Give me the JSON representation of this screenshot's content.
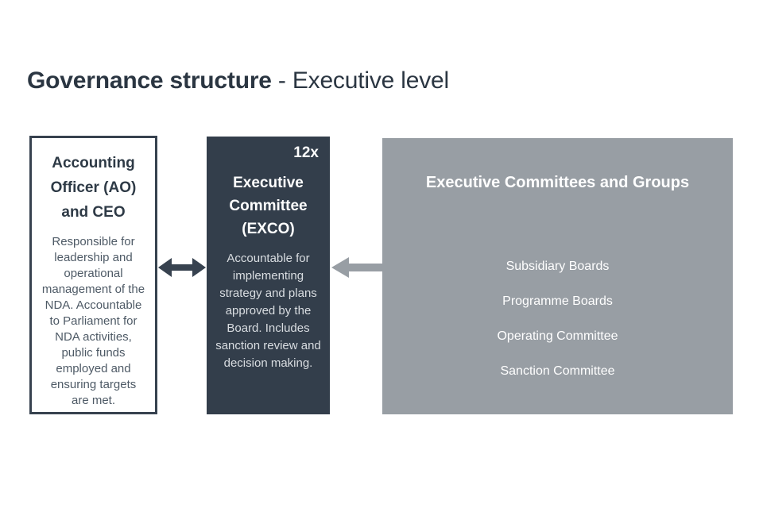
{
  "title": {
    "strong": "Governance structure",
    "rest": " - Executive level"
  },
  "colors": {
    "title_text": "#2b3642",
    "dark_box": "#333e4b",
    "grey_box": "#989ea4",
    "outline": "#37424f",
    "arrow_dark": "#37424f",
    "arrow_grey": "#989ea4"
  },
  "nodes": {
    "accounting_officer": {
      "heading": "Accounting Officer (AO) and CEO",
      "body": "Responsible for leadership and operational management of the NDA. Accountable to Parliament for NDA activities, public funds employed and ensuring targets are met."
    },
    "exco": {
      "badge": "12x",
      "heading": "Executive Committee (EXCO)",
      "body": "Accountable for implementing strategy and plans approved by the Board. Includes sanction review and decision making."
    },
    "committees_and_groups": {
      "heading": "Executive Committees and Groups",
      "items": [
        "Subsidiary Boards",
        "Programme Boards",
        "Operating Committee",
        "Sanction Committee"
      ]
    }
  },
  "connectors": {
    "ao_exco": "double-headed-arrow-icon",
    "groups_exco": "left-arrow-icon"
  }
}
